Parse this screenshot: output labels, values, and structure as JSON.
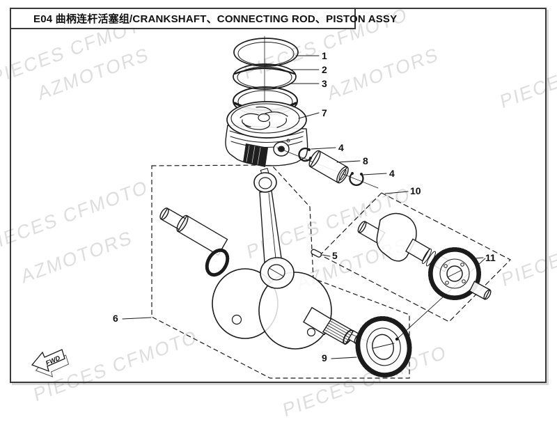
{
  "title": {
    "text": "E04 曲柄连杆活塞组/CRANKSHAFT、CONNECTING ROD、PISTON ASSY"
  },
  "watermark": {
    "line1": "PIECES CFMOTO",
    "line2": "AZMOTORS",
    "color": "#dedede"
  },
  "fwd_marker": {
    "label": "FWD"
  },
  "callouts": {
    "ring_top": {
      "label": "1"
    },
    "ring_second": {
      "label": "2"
    },
    "ring_oil": {
      "label": "3"
    },
    "piston": {
      "label": "7"
    },
    "circlip_left": {
      "label": "4"
    },
    "piston_pin": {
      "label": "8"
    },
    "circlip_right": {
      "label": "4"
    },
    "balance_assembly": {
      "label": "10"
    },
    "woodruff_key": {
      "label": "5"
    },
    "balance_gear": {
      "label": "11"
    },
    "crankshaft_assembly": {
      "label": "6"
    },
    "crank_gear": {
      "label": "9"
    }
  }
}
